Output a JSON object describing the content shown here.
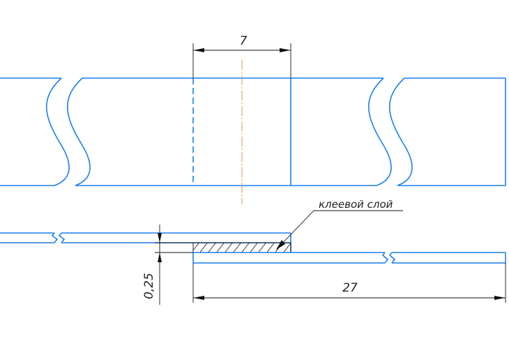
{
  "drawing": {
    "dimensions": {
      "overlap_width": "7",
      "total_length": "27",
      "adhesive_thickness": "0,25"
    },
    "leader_note": "клеевой слой",
    "colors": {
      "part_outline": "#1a7ff0",
      "dimension_lines": "#111111",
      "center_line": "#d39a5a"
    }
  }
}
